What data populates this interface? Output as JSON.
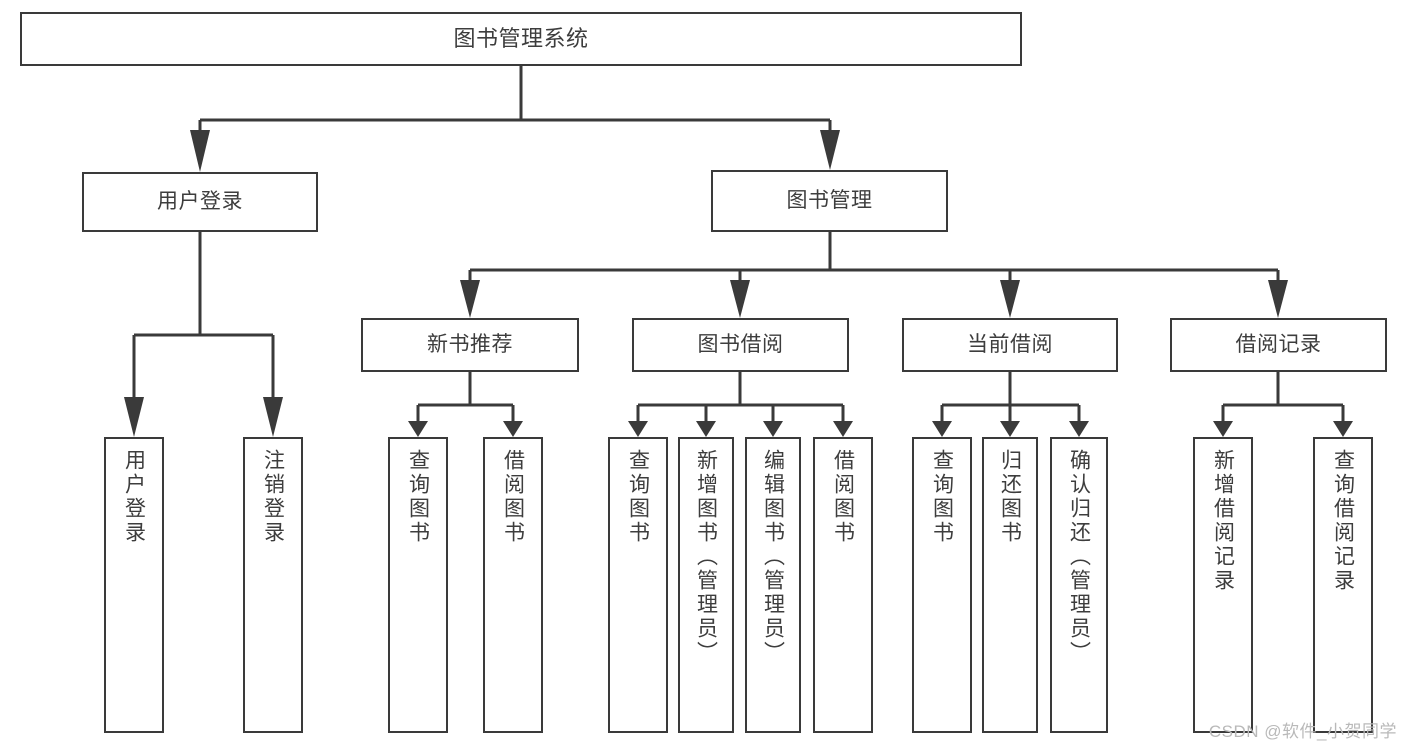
{
  "diagram": {
    "title": "图书管理系统",
    "type": "tree-hierarchy",
    "colors": {
      "box_border": "#3a3a3a",
      "box_fill": "#ffffff",
      "edge": "#3a3a3a",
      "text": "#3d3d3d",
      "background": "#ffffff",
      "watermark": "#b9b9b9"
    },
    "nodes": {
      "root": {
        "label": "图书管理系统"
      },
      "level2": [
        {
          "label": "用户登录"
        },
        {
          "label": "图书管理"
        }
      ],
      "level3": [
        {
          "label": "新书推荐"
        },
        {
          "label": "图书借阅"
        },
        {
          "label": "当前借阅"
        },
        {
          "label": "借阅记录"
        }
      ],
      "leaves": {
        "user_login": [
          {
            "label": "用户登录"
          },
          {
            "label": "注销登录"
          }
        ],
        "new_book_recommend": [
          {
            "label": "查询图书"
          },
          {
            "label": "借阅图书"
          }
        ],
        "book_borrow": [
          {
            "label": "查询图书"
          },
          {
            "label": "新增图书（管理员）"
          },
          {
            "label": "编辑图书（管理员）"
          },
          {
            "label": "借阅图书"
          }
        ],
        "current_borrow": [
          {
            "label": "查询图书"
          },
          {
            "label": "归还图书"
          },
          {
            "label": "确认归还（管理员）"
          }
        ],
        "borrow_record": [
          {
            "label": "新增借阅记录"
          },
          {
            "label": "查询借阅记录"
          }
        ]
      }
    },
    "watermark": "CSDN @软件_小贺同学"
  }
}
